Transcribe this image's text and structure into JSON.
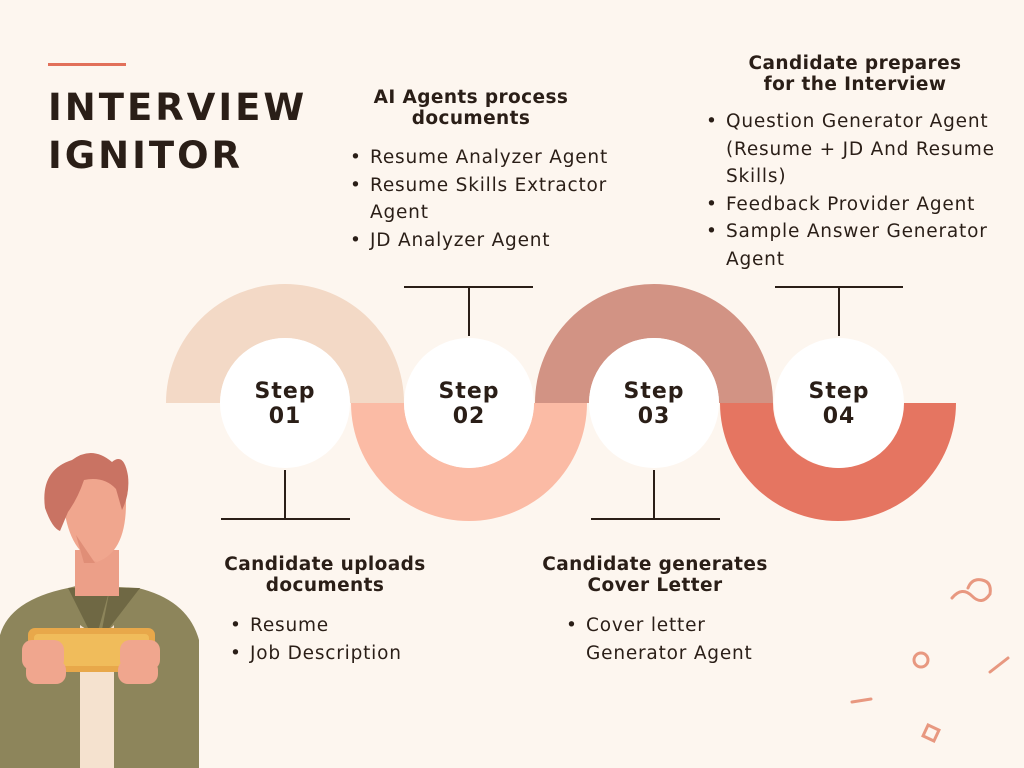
{
  "title": {
    "line1": "INTERVIEW",
    "line2": "IGNITOR"
  },
  "steps": [
    {
      "label": "Step",
      "number": "01",
      "heading": [
        "Candidate uploads",
        "documents"
      ],
      "items": [
        "Resume",
        "Job Description"
      ]
    },
    {
      "label": "Step",
      "number": "02",
      "heading": [
        "AI Agents process",
        "documents"
      ],
      "items": [
        "Resume Analyzer Agent",
        "Resume Skills Extractor Agent",
        "JD Analyzer Agent"
      ]
    },
    {
      "label": "Step",
      "number": "03",
      "heading": [
        "Candidate generates",
        "Cover Letter"
      ],
      "items": [
        "Cover letter Generator Agent"
      ]
    },
    {
      "label": "Step",
      "number": "04",
      "heading": [
        "Candidate prepares",
        "for the Interview"
      ],
      "items": [
        "Question Generator Agent (Resume + JD And Resume Skills)",
        "Feedback Provider Agent",
        "Sample Answer Generator Agent"
      ]
    }
  ],
  "colors": {
    "background": "#fdf6ef",
    "accent": "#e2705a",
    "arc_step1": "#f3d9c6",
    "arc_step2": "#fbbba5",
    "arc_step3": "#d29384",
    "arc_step4": "#e57561",
    "text": "#2a1e17"
  },
  "icons": [
    "person-holding-phone-illustration",
    "squiggle-decoration",
    "ring-decoration",
    "dash-decoration",
    "square-decoration"
  ]
}
